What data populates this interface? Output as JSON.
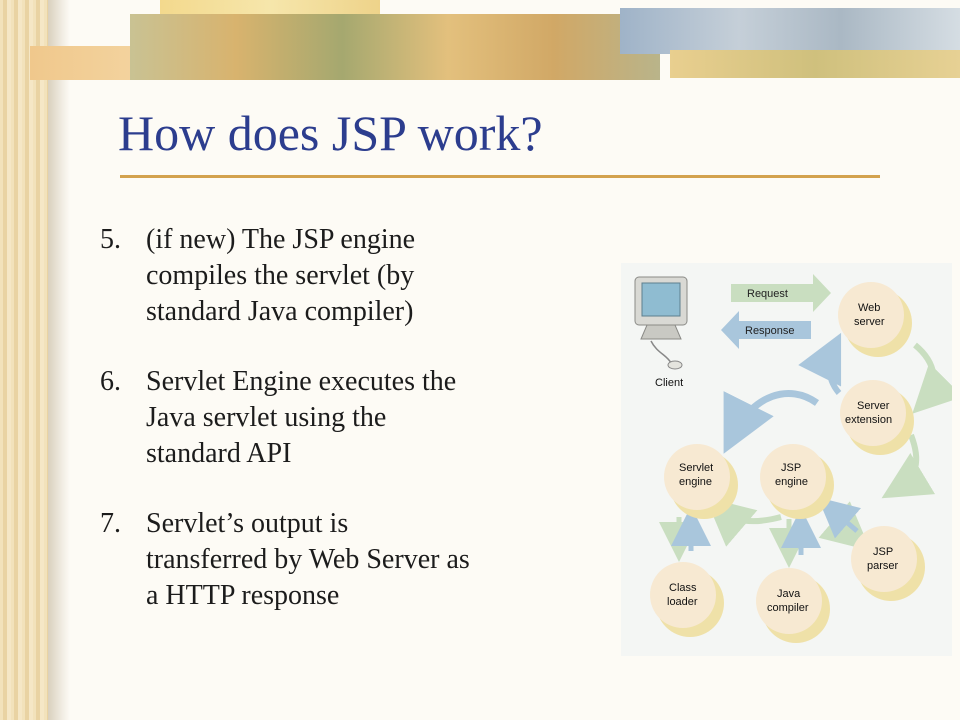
{
  "slide": {
    "title": "How does JSP work?",
    "steps": [
      {
        "number": "5.",
        "text": "(if new) The JSP engine\ncompiles the servlet (by\nstandard Java compiler)"
      },
      {
        "number": "6.",
        "text": "Servlet Engine executes the\nJava servlet using the\nstandard API"
      },
      {
        "number": "7.",
        "text": "Servlet’s output is\ntransferred by Web Server as\na HTTP response"
      }
    ]
  },
  "diagram": {
    "request_label": "Request",
    "response_label": "Response",
    "client_label": "Client",
    "nodes": {
      "web_server": [
        "Web",
        "server"
      ],
      "server_extension": [
        "Server",
        "extension"
      ],
      "servlet_engine": [
        "Servlet",
        "engine"
      ],
      "jsp_engine": [
        "JSP",
        "engine"
      ],
      "jsp_parser": [
        "JSP",
        "parser"
      ],
      "class_loader": [
        "Class",
        "loader"
      ],
      "java_compiler": [
        "Java",
        "compiler"
      ]
    },
    "colors": {
      "node_fill": "#f7e9d2",
      "node_shadow": "#efe1a8",
      "arrow_green": "#c9dec0",
      "arrow_blue": "#a9c6dc",
      "title_blue": "#2c3d8e",
      "rule_gold": "#d3a24e"
    }
  }
}
